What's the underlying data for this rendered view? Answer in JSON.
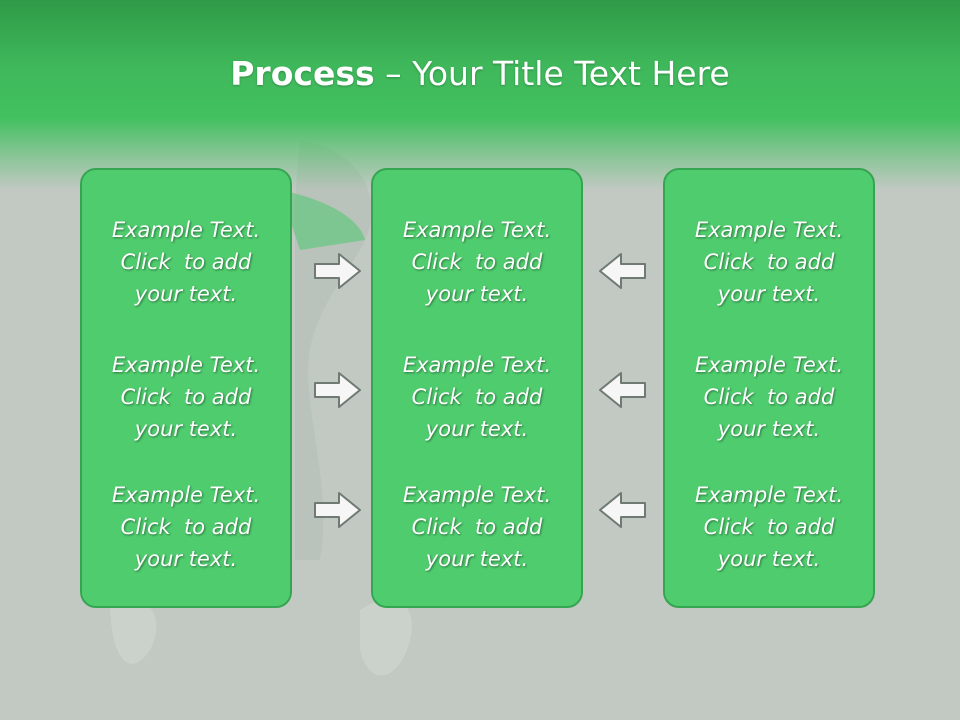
{
  "title": {
    "bold": "Process",
    "rest": " – Your Title Text Here"
  },
  "colors": {
    "header_green": "#42c05f",
    "panel_fill": "#4fcd6e",
    "panel_border": "#36a552",
    "background": "#c2c9c3",
    "text": "#ffffff"
  },
  "panels": [
    {
      "blocks": [
        {
          "line1": "Example Text.",
          "line2": "Click  to add",
          "line3": "your text."
        },
        {
          "line1": "Example Text.",
          "line2": "Click  to add",
          "line3": "your text."
        },
        {
          "line1": "Example Text.",
          "line2": "Click  to add",
          "line3": "your text."
        }
      ]
    },
    {
      "blocks": [
        {
          "line1": "Example Text.",
          "line2": "Click  to add",
          "line3": "your text."
        },
        {
          "line1": "Example Text.",
          "line2": "Click  to add",
          "line3": "your text."
        },
        {
          "line1": "Example Text.",
          "line2": "Click  to add",
          "line3": "your text."
        }
      ]
    },
    {
      "blocks": [
        {
          "line1": "Example Text.",
          "line2": "Click  to add",
          "line3": "your text."
        },
        {
          "line1": "Example Text.",
          "line2": "Click  to add",
          "line3": "your text."
        },
        {
          "line1": "Example Text.",
          "line2": "Click  to add",
          "line3": "your text."
        }
      ]
    }
  ],
  "icons": {
    "right_arrow": "arrow-right-icon",
    "left_arrow": "arrow-left-icon"
  }
}
